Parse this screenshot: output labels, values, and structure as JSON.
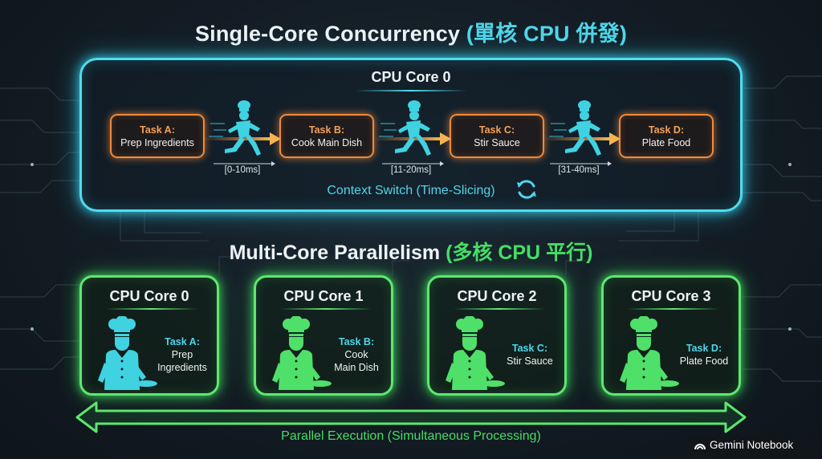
{
  "titles": {
    "single_core_main": "Single-Core Concurrency",
    "single_core_zh": "(單核 CPU 併發)",
    "multi_core_main": "Multi-Core Parallelism",
    "multi_core_zh": "(多核 CPU 平行)"
  },
  "single_core": {
    "core_label": "CPU Core 0",
    "tasks": [
      {
        "title": "Task A:",
        "desc": "Prep Ingredients"
      },
      {
        "title": "Task B:",
        "desc": "Cook Main Dish"
      },
      {
        "title": "Task C:",
        "desc": "Stir Sauce"
      },
      {
        "title": "Task D:",
        "desc": "Plate Food"
      }
    ],
    "time_slices": [
      "[0-10ms]",
      "[11-20ms]",
      "[31-40ms]"
    ],
    "context_switch_label": "Context Switch (Time-Slicing)"
  },
  "multi_core": {
    "cores": [
      {
        "name": "CPU Core 0",
        "task_title": "Task A:",
        "task_lines": [
          "Prep",
          "Ingredients"
        ]
      },
      {
        "name": "CPU Core 1",
        "task_title": "Task B:",
        "task_lines": [
          "Cook",
          "Main Dish"
        ]
      },
      {
        "name": "CPU Core 2",
        "task_title": "Task C:",
        "task_lines": [
          "Stir Sauce"
        ]
      },
      {
        "name": "CPU Core 3",
        "task_title": "Task D:",
        "task_lines": [
          "Plate Food"
        ]
      }
    ],
    "parallel_label": "Parallel Execution (Simultaneous Processing)"
  },
  "branding": {
    "text": "Gemini Notebook"
  },
  "icons": {
    "runner": "running-chef-icon",
    "chef": "chef-icon",
    "cycle": "cycle-arrows-icon",
    "brand": "gemini-logo-icon"
  },
  "colors": {
    "background": "#131c24",
    "cyan_glow": "#52dcef",
    "orange_glow": "#f08a3c",
    "green_glow": "#5ee86f",
    "cyan_text": "#4fd6ea",
    "green_text": "#46de64"
  }
}
